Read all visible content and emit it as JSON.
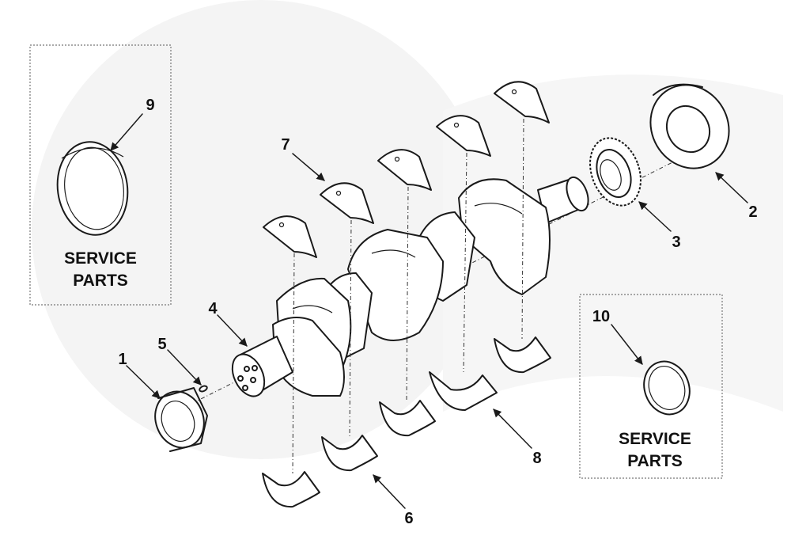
{
  "callouts": {
    "c1": "1",
    "c2": "2",
    "c3": "3",
    "c4": "4",
    "c5": "5",
    "c6": "6",
    "c7": "7",
    "c8": "8",
    "c9": "9",
    "c10": "10"
  },
  "service_box_left": {
    "line1": "SERVICE",
    "line2": "PARTS"
  },
  "service_box_right": {
    "line1": "SERVICE",
    "line2": "PARTS"
  },
  "colors": {
    "line": "#1a1a1a",
    "background": "#ffffff",
    "watermark": "#f2f2f2"
  }
}
